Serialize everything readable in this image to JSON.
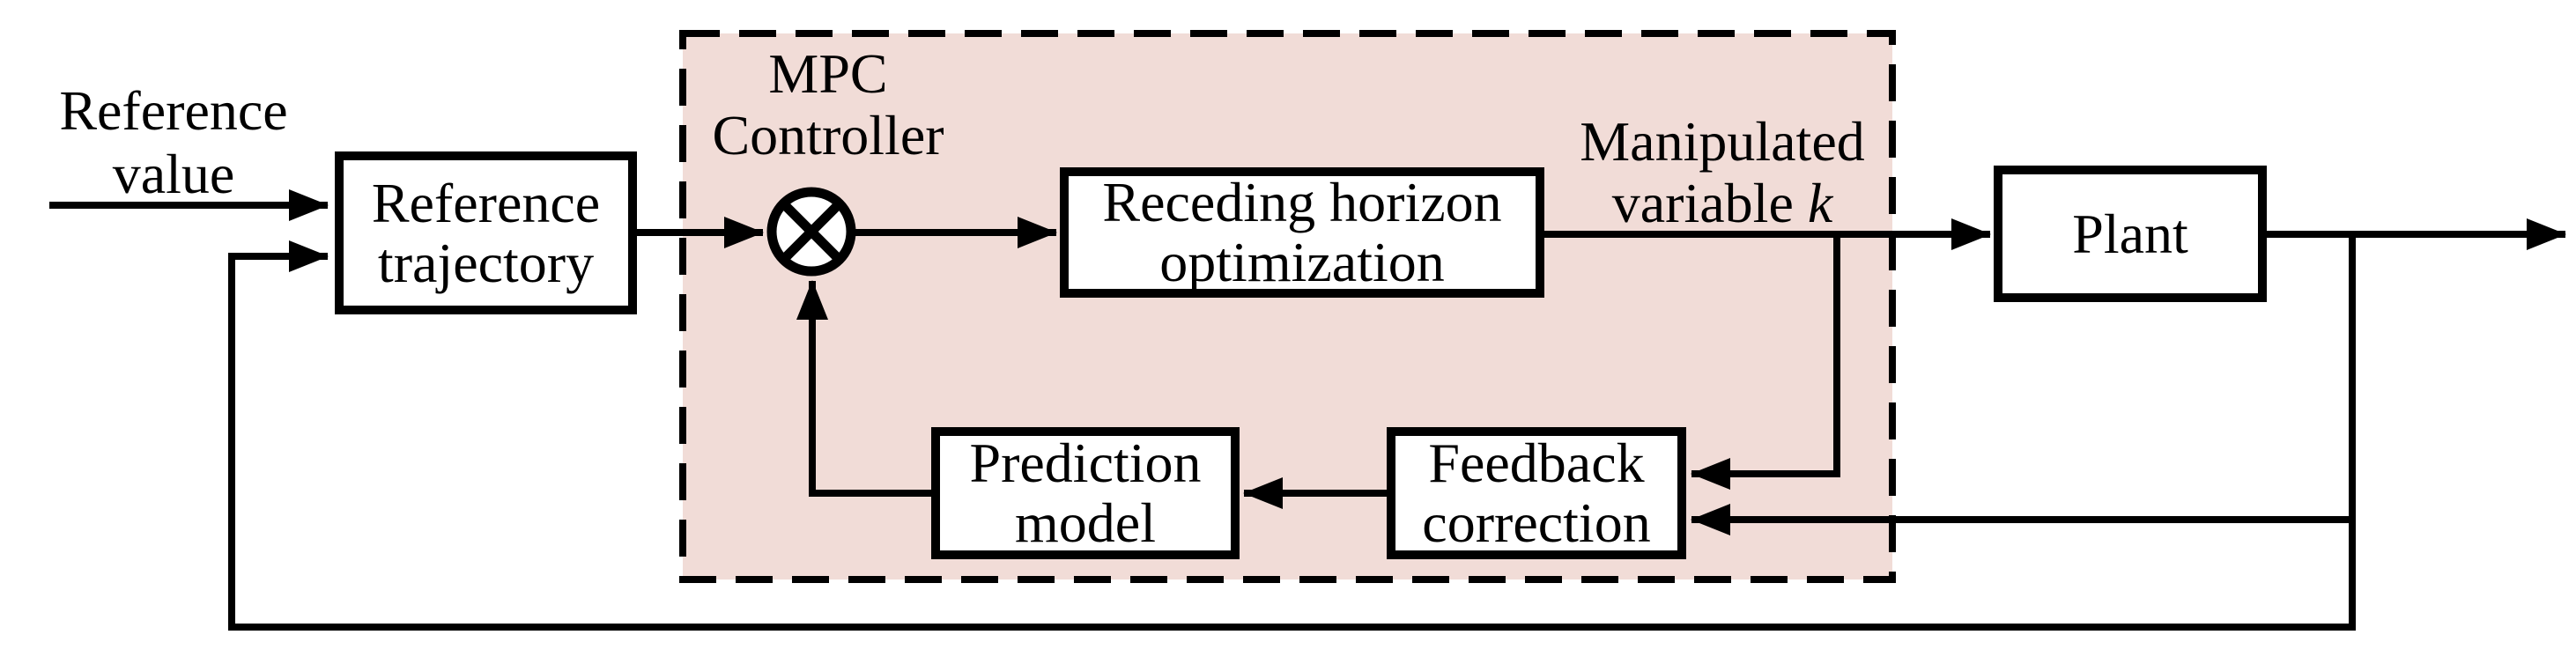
{
  "diagram": {
    "type": "control-block-diagram",
    "description": "Model predictive control (MPC) closed-loop block diagram"
  },
  "colors": {
    "mpc_region_fill": "#F1DCD7",
    "line": "#000000",
    "box_fill": "#FFFFFF",
    "background": "#FFFFFF"
  },
  "region": {
    "label_line1": "MPC",
    "label_line2": "Controller"
  },
  "nodes": {
    "reference_trajectory": {
      "line1": "Reference",
      "line2": "trajectory"
    },
    "receding_horizon_optimization": {
      "line1": "Receding horizon",
      "line2": "optimization"
    },
    "plant": {
      "label": "Plant"
    },
    "prediction_model": {
      "line1": "Prediction",
      "line2": "model"
    },
    "feedback_correction": {
      "line1": "Feedback",
      "line2": "correction"
    }
  },
  "labels": {
    "reference_value": {
      "line1": "Reference",
      "line2": "value"
    },
    "manipulated_variable": {
      "line1": "Manipulated",
      "line2_prefix": "variable ",
      "line2_symbol": "k"
    }
  },
  "icons": {
    "summing_junction": "multiply-junction-circle-x"
  },
  "edges": [
    {
      "from": "reference-value-input",
      "to": "reference-trajectory"
    },
    {
      "from": "feedback-loop",
      "to": "reference-trajectory"
    },
    {
      "from": "reference-trajectory",
      "to": "summing-junction"
    },
    {
      "from": "summing-junction",
      "to": "receding-horizon-optimization"
    },
    {
      "from": "receding-horizon-optimization",
      "to": "plant"
    },
    {
      "from": "receding-horizon-optimization",
      "to": "feedback-correction"
    },
    {
      "from": "plant",
      "to": "output"
    },
    {
      "from": "plant",
      "to": "feedback-correction"
    },
    {
      "from": "feedback-correction",
      "to": "prediction-model"
    },
    {
      "from": "prediction-model",
      "to": "summing-junction"
    }
  ]
}
